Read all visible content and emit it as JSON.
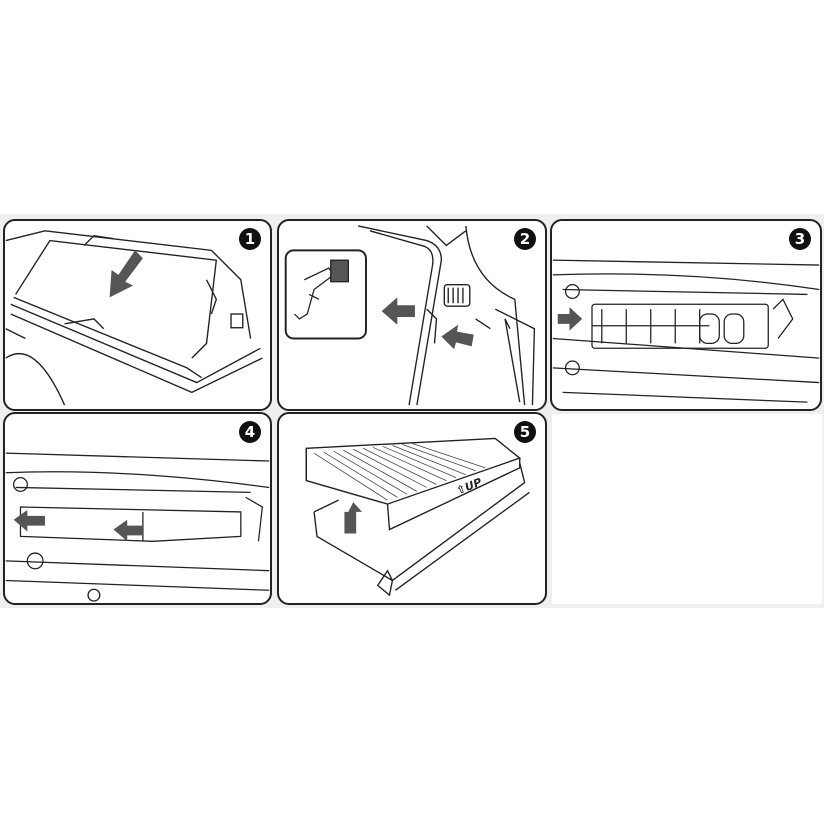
{
  "steps": [
    {
      "number": "1"
    },
    {
      "number": "2"
    },
    {
      "number": "3"
    },
    {
      "number": "4"
    },
    {
      "number": "5",
      "filter_label": "⇧UP"
    }
  ],
  "colors": {
    "line": "#222222",
    "arrow": "#555555",
    "badge": "#111111"
  },
  "icons": [
    "arrow-icon"
  ]
}
